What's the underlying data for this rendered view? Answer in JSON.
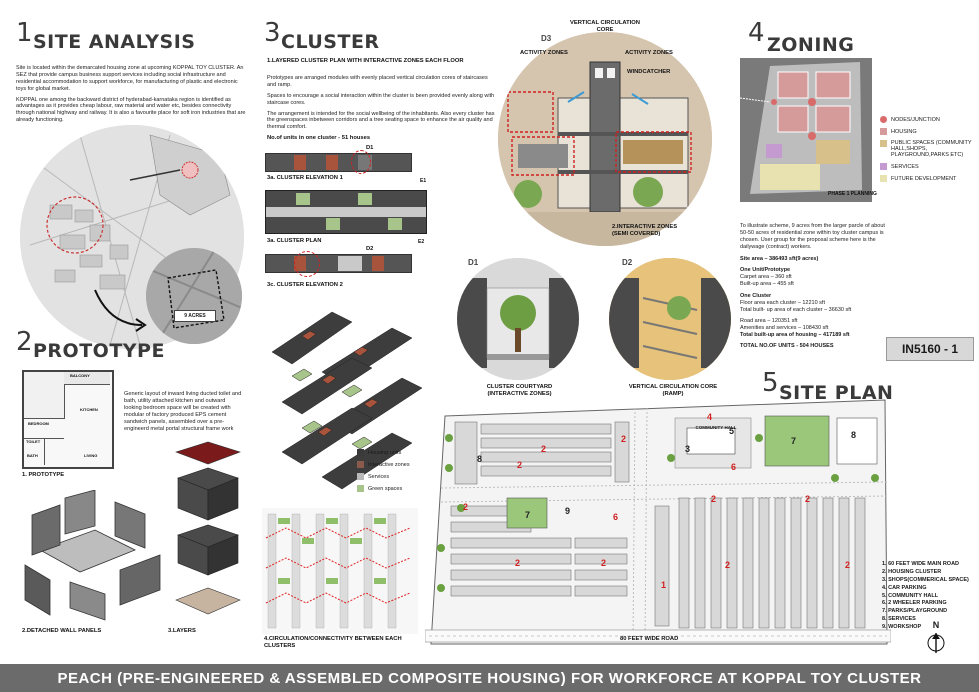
{
  "sections": {
    "site_analysis": {
      "num": "1",
      "title": "SITE ANALYSIS",
      "p1": "Site is located within the demarcated housing zone at upcoming KOPPAL TOY CLUSTER. An SEZ that provide campus business support services including social infrastructure and residential accommodation to support workforce, for manufacturing of plastic and electronic toys for global market.",
      "p2": "KOPPAL one among the backward district of hyderabad-karnataka region is identified as advantages as it provides cheap labour, raw material and water etc, besides connectivity through national highway and railway. It is also a favourite place for soft iron industries that are already functioning.",
      "area_label": "9 ACRES"
    },
    "prototype": {
      "num": "2",
      "title": "PROTOTYPE",
      "desc": "Generic layout of inward living ducted toilet and bath, utility attached kitchen and outward looking bedroom space will be created with modular of factory produced EPS cement sandwich panels, assembled over a pre-engineerd metal portal structural frame work",
      "rooms": [
        "BALCONY",
        "KITCHEN",
        "BEDROOM",
        "TOILET",
        "BATH",
        "LIVING"
      ],
      "cap1": "1. PROTOTYPE",
      "cap2": "2.DETACHED WALL PANELS",
      "cap3": "3.LAYERS"
    },
    "cluster": {
      "num": "3",
      "title": "CLUSTER",
      "sub": "1.LAYERED CLUSTER PLAN WITH INTERACTIVE ZONES EACH FLOOR",
      "p1": "Prototypes are arranged modules with evenly placed vertical circulation cores of staircases and ramp.",
      "p2": "Spaces to encourage a social interaction within the cluster is been provided evenly along with staircase cores.",
      "p3": "The arrangement is intended for the social wellbeing of the inhabitants. Also every cluster has the greenspaces inbetween corridors and a tree seating space to enhance the air quality and thermal comfort.",
      "units": "No.of units in one cluster - 51 houses",
      "elev1": "3a. CLUSTER ELEVATION 1",
      "plan": "3a. CLUSTER PLAN",
      "elev2": "3c. CLUSTER ELEVATION 2",
      "d1": "D1",
      "d2": "D2",
      "e1": "E1",
      "e2": "E2",
      "legend": [
        {
          "label": "Housing units",
          "color": "#3a3a3a"
        },
        {
          "label": "Interactive zones",
          "color": "#8a5a4a"
        },
        {
          "label": "Services",
          "color": "#b9b9b9"
        },
        {
          "label": "Green spaces",
          "color": "#a7c48a"
        }
      ],
      "circ_cap": "4.CIRCULATION/CONNECTIVITY BETWEEN EACH CLUSTERS"
    },
    "details": {
      "d3": "D3",
      "vertical_core": "VERTICAL CIRCULATION CORE",
      "activity1": "ACTIVITY ZONES",
      "activity2": "ACTIVITY ZONES",
      "windcatcher": "WINDCATCHER",
      "interactive": "2.INTERACTIVE ZONES (SEMI COVERED)",
      "d1": "D1",
      "d2": "D2",
      "courtyard": "CLUSTER COURTYARD (INTERACTIVE ZONES)",
      "ramp": "VERTICAL CIRCULATION CORE (RAMP)"
    },
    "zoning": {
      "num": "4",
      "title": "ZONING",
      "legend": [
        {
          "label": "NODES/JUNCTION",
          "color": "#d86a6a"
        },
        {
          "label": "HOUSING",
          "color": "#d59a9a"
        },
        {
          "label": "PUBLIC SPACES (COMMUNITY HALL,SHOPS, PLAYGROUND,PARKS ETC)",
          "color": "#d8c08a"
        },
        {
          "label": "SERVICES",
          "color": "#c49ad0"
        },
        {
          "label": "FUTURE DEVELOPMENT",
          "color": "#e8e2b0"
        }
      ],
      "phase": "PHASE 1 PLANNING",
      "desc": "To illustrate scheme, 9 acres from the larger parcle of about 50-50 acres of residential zone within toy cluster campus is chosen. User group for the proposal scheme here is the dailywage (contract) workers.",
      "site_area": "Site area – 386493 sft(9 acres)",
      "unit_title": "One Unit/Prototype",
      "carpet": "Carpet area – 360 sft",
      "builtup": "Built-up area – 455 sft",
      "cluster_title": "One Cluster",
      "floor_area": "Floor area each cluster – 12210 sft",
      "total_builtup_cluster": "Total built- up area of each cluster – 36630 sft",
      "road": "Road area – 120351 sft",
      "amenities": "Amenities and services – 108430 sft",
      "total_housing": "Total built-up area of housing – 417189 sft",
      "total_units": "TOTAL NO.OF UNITS - 504 HOUSES"
    },
    "code": "IN5160 - 1",
    "site_plan": {
      "num": "5",
      "title": "SITE PLAN",
      "road_label": "80 FEET WIDE ROAD",
      "legend": [
        "1. 60 FEET WIDE MAIN ROAD",
        "2. HOUSING CLUSTER",
        "3. SHOPS(COMMERICAL SPACE)",
        "4. CAR PARKING",
        "5. COMMUNITY HALL",
        "6. 2 WHEELER PARKING",
        "7. PARKS/PLAYGROUND",
        "8. SERVICES",
        "9. WORKSHOP"
      ],
      "community_hall": "COMMUNITY HALL",
      "north": "N"
    },
    "footer": "PEACH (PRE-ENGINEERED & ASSEMBLED COMPOSITE HOUSING) FOR WORKFORCE AT KOPPAL TOY CLUSTER"
  },
  "colors": {
    "accent_red": "#d02020",
    "green": "#8fbf6a",
    "brick": "#a8543c"
  }
}
